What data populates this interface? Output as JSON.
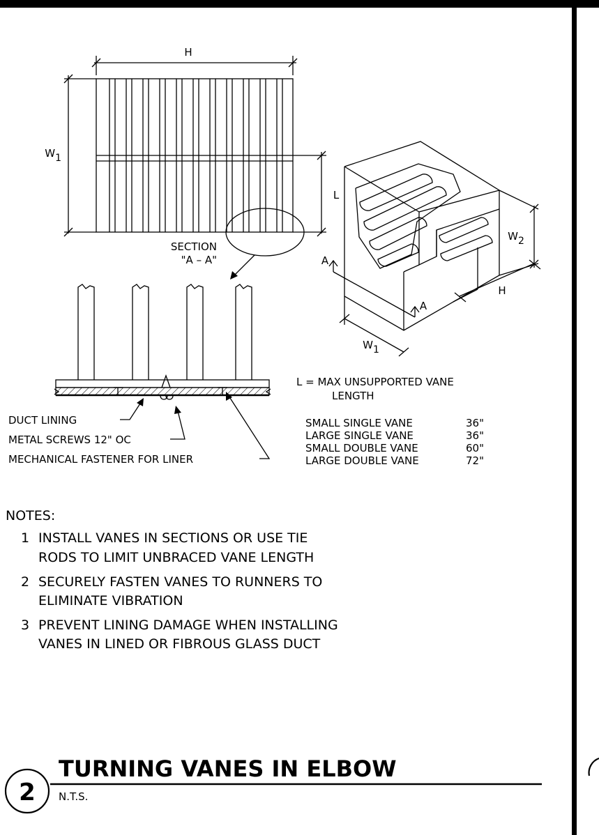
{
  "plan": {
    "dim_h": "H",
    "dim_w1_base": "W",
    "dim_w1_sub": "1",
    "dim_l": "L",
    "section_line1": "SECTION",
    "section_line2": "\"A – A\""
  },
  "iso": {
    "dim_w2_base": "W",
    "dim_w2_sub": "2",
    "dim_h": "H",
    "dim_w1_base": "W",
    "dim_w1_sub": "1",
    "marker_a1": "A",
    "marker_a2": "A"
  },
  "section_callouts": [
    "DUCT LINING",
    "METAL SCREWS 12\" OC",
    "MECHANICAL FASTENER FOR LINER"
  ],
  "legend": {
    "line1": "L  =  MAX  UNSUPPORTED  VANE",
    "line2": "LENGTH",
    "rows": [
      {
        "label": "SMALL  SINGLE  VANE",
        "value": "36\""
      },
      {
        "label": "LARGE  SINGLE  VANE",
        "value": "36\""
      },
      {
        "label": "SMALL  DOUBLE  VANE",
        "value": "60\""
      },
      {
        "label": "LARGE  DOUBLE  VANE",
        "value": "72\""
      }
    ]
  },
  "notes": {
    "heading": "NOTES:",
    "items": [
      {
        "num": "1",
        "line1": "INSTALL  VANES  IN  SECTIONS  OR  USE  TIE",
        "line2": "RODS  TO  LIMIT  UNBRACED  VANE  LENGTH"
      },
      {
        "num": "2",
        "line1": "SECURELY  FASTEN  VANES  TO  RUNNERS  TO",
        "line2": "ELIMINATE  VIBRATION"
      },
      {
        "num": "3",
        "line1": "PREVENT  LINING  DAMAGE  WHEN  INSTALLING",
        "line2": "VANES  IN  LINED  OR  FIBROUS  GLASS  DUCT"
      }
    ]
  },
  "title_block": {
    "detail_number": "2",
    "title": "TURNING  VANES  IN  ELBOW",
    "scale": "N.T.S."
  }
}
